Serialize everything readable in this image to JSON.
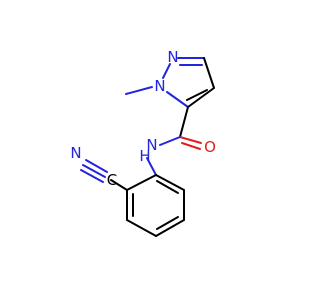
{
  "molecule": {
    "atoms": {
      "n_pyrazole_1": {
        "label": "N",
        "color": "#2323e0"
      },
      "n_pyrazole_2": {
        "label": "N",
        "color": "#2323e0"
      },
      "n_amide": {
        "label": "N",
        "color": "#2323e0"
      },
      "h_amide": {
        "label": "H",
        "color": "#2323e0"
      },
      "o_carbonyl": {
        "label": "O",
        "color": "#e02020"
      },
      "n_nitrile": {
        "label": "N",
        "color": "#2323e0"
      },
      "c_nitrile": {
        "label": "C",
        "color": "#000000"
      }
    }
  }
}
